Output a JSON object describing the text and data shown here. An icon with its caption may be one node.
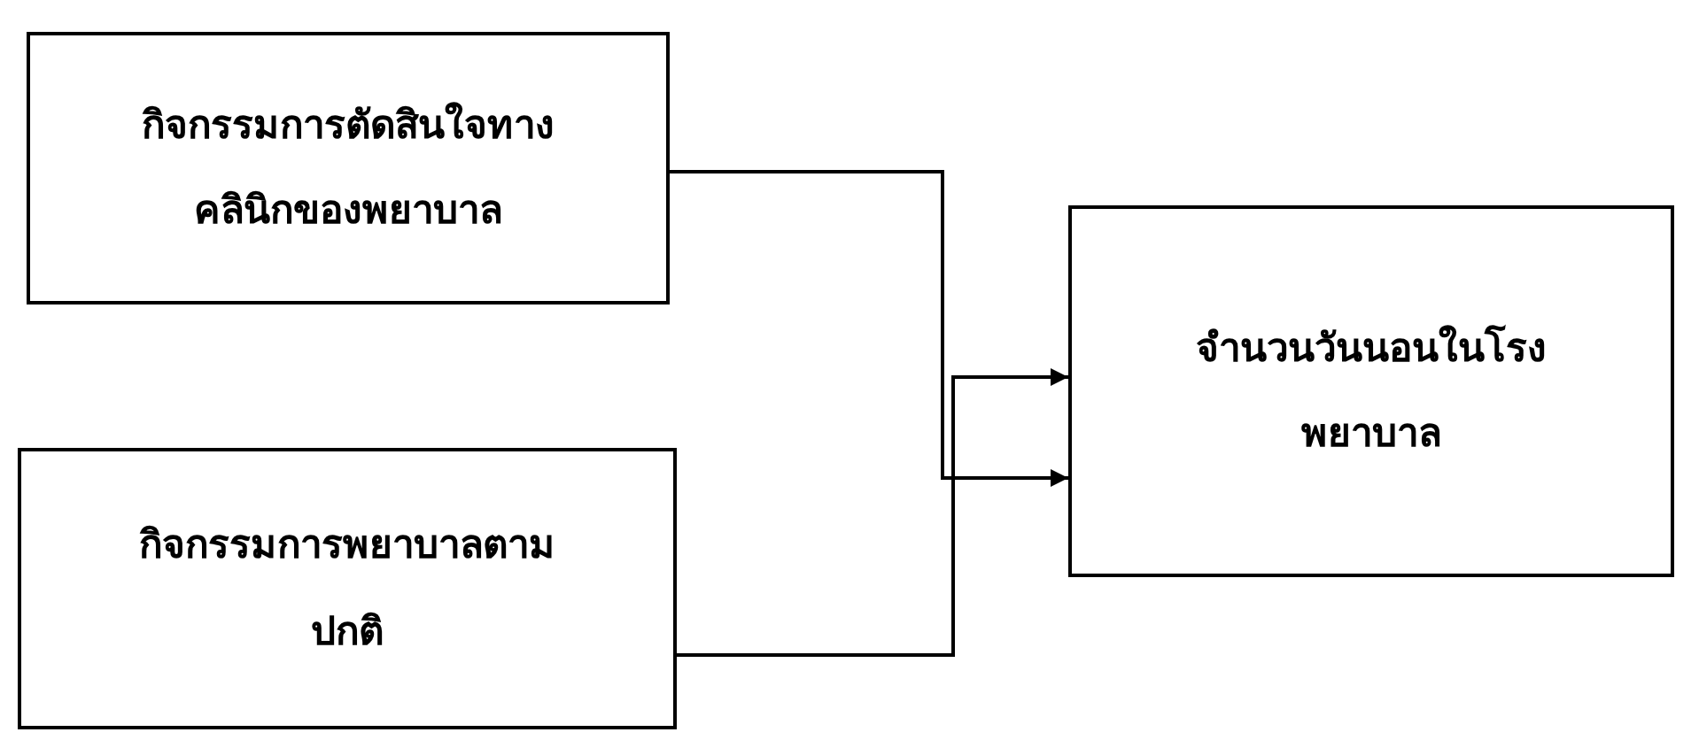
{
  "diagram": {
    "nodes": [
      {
        "text": [
          "กิจกรรมการตัดสินใจทางคลินิกของพยาบาล"
        ]
      },
      {
        "text": [
          "กิจกรรมการพยาบาลตามปกติ"
        ]
      },
      {
        "text": [
          "จำนวนวันนอนในโรงพยาบาล"
        ]
      }
    ],
    "edges": [
      {
        "from": 0,
        "to": 2,
        "arrow": "to"
      },
      {
        "from": 1,
        "to": 2,
        "arrow": "to"
      }
    ]
  }
}
